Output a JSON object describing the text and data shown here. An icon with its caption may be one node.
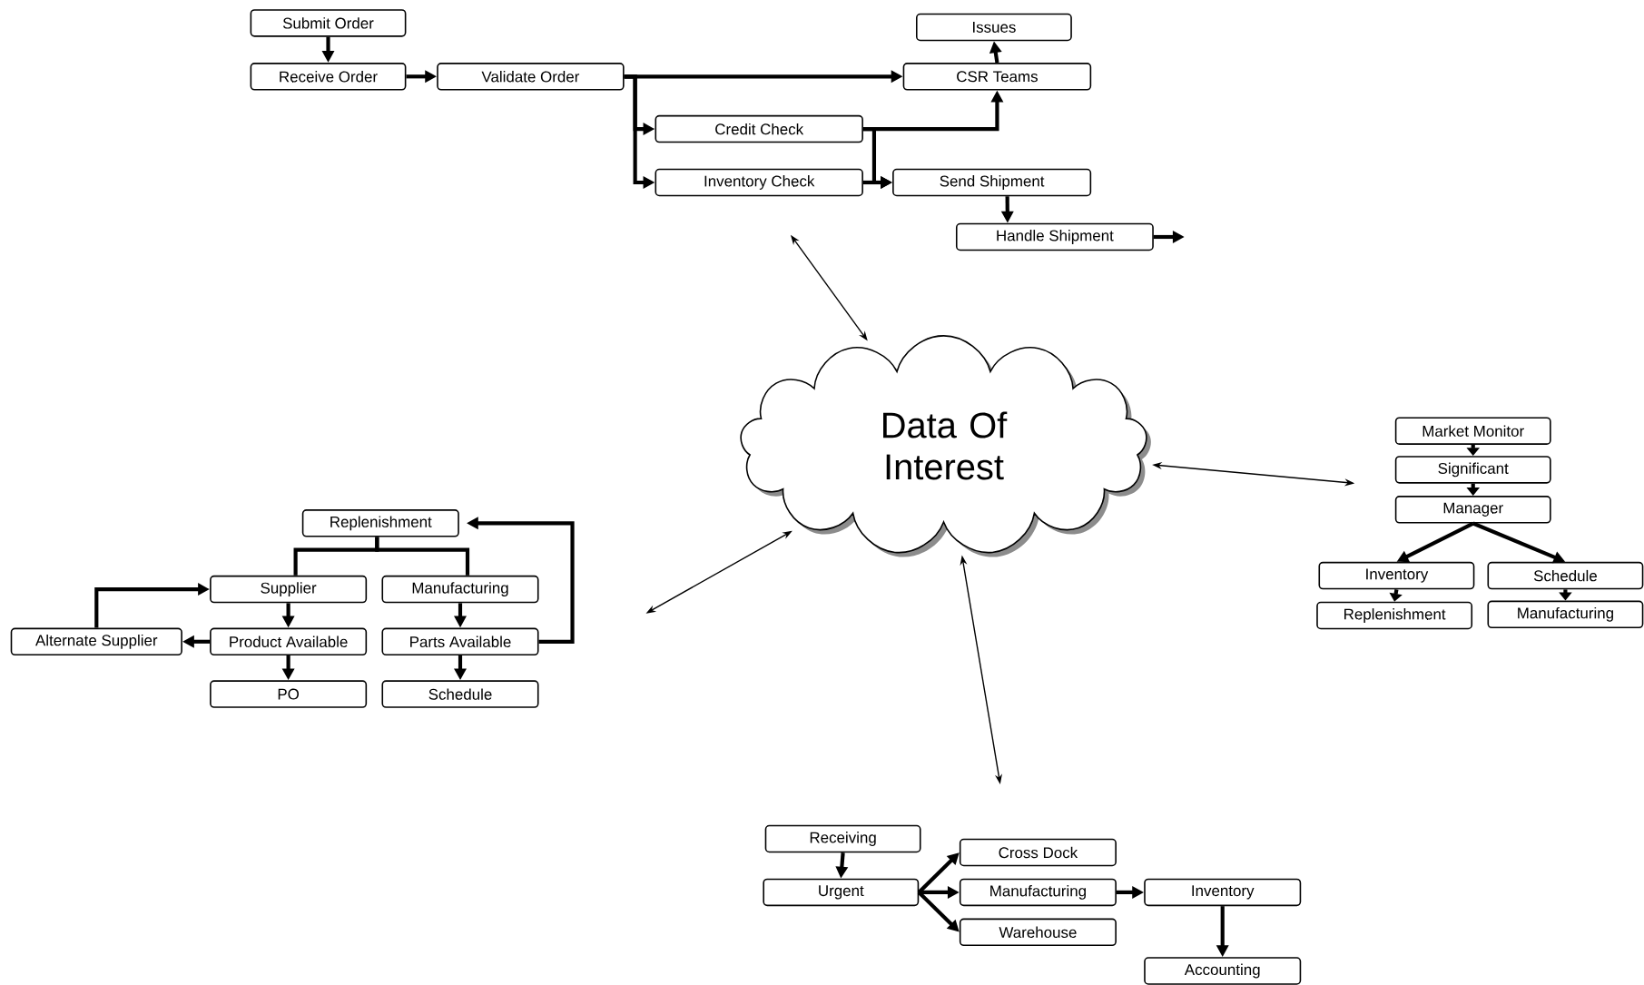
{
  "diagram": {
    "nodes": [
      {
        "text": [
          "Submit Order"
        ]
      },
      {
        "text": [
          "Receive Order"
        ]
      },
      {
        "text": [
          "Validate Order"
        ]
      },
      {
        "text": [
          "Issues"
        ]
      },
      {
        "text": [
          "CSR Teams"
        ]
      },
      {
        "text": [
          "Credit Check"
        ]
      },
      {
        "text": [
          "Inventory Check"
        ]
      },
      {
        "text": [
          "Send Shipment"
        ]
      },
      {
        "text": [
          "Handle Shipment"
        ]
      },
      {
        "text": [
          "Data Of Interest"
        ]
      },
      {
        "text": [
          "Replenishment"
        ]
      },
      {
        "text": [
          "Supplier"
        ]
      },
      {
        "text": [
          "Manufacturing"
        ]
      },
      {
        "text": [
          "Alternate Supplier"
        ]
      },
      {
        "text": [
          "Product Available"
        ]
      },
      {
        "text": [
          "Parts Available"
        ]
      },
      {
        "text": [
          "PO"
        ]
      },
      {
        "text": [
          "Schedule"
        ]
      },
      {
        "text": [
          "Market Monitor"
        ]
      },
      {
        "text": [
          "Significant"
        ]
      },
      {
        "text": [
          "Manager"
        ]
      },
      {
        "text": [
          "Inventory"
        ]
      },
      {
        "text": [
          "Schedule"
        ]
      },
      {
        "text": [
          "Replenishment"
        ]
      },
      {
        "text": [
          "Manufacturing"
        ]
      },
      {
        "text": [
          "Receiving"
        ]
      },
      {
        "text": [
          "Urgent"
        ]
      },
      {
        "text": [
          "Cross Dock"
        ]
      },
      {
        "text": [
          "Manufacturing"
        ]
      },
      {
        "text": [
          "Warehouse"
        ]
      },
      {
        "text": [
          "Inventory"
        ]
      },
      {
        "text": [
          "Accounting"
        ]
      }
    ],
    "edges": [
      {
        "from": 0,
        "to": 1,
        "arrow": "to"
      },
      {
        "from": 1,
        "to": 2,
        "arrow": "to"
      },
      {
        "from": 2,
        "to": 4,
        "arrow": "to"
      },
      {
        "from": 2,
        "to": 5,
        "arrow": "to"
      },
      {
        "from": 2,
        "to": 6,
        "arrow": "to"
      },
      {
        "from": 5,
        "to": 4,
        "arrow": "to"
      },
      {
        "from": 5,
        "to": 7,
        "arrow": "to"
      },
      {
        "from": 6,
        "to": 7,
        "arrow": "to"
      },
      {
        "from": 4,
        "to": 3,
        "arrow": "to"
      },
      {
        "from": 7,
        "to": 8,
        "arrow": "to"
      },
      {
        "from": 8,
        "to": null,
        "arrow": "to"
      },
      {
        "from": 9,
        "to": null,
        "arrow": "both"
      },
      {
        "from": 9,
        "to": null,
        "arrow": "both"
      },
      {
        "from": 9,
        "to": null,
        "arrow": "both"
      },
      {
        "from": 9,
        "to": null,
        "arrow": "both"
      },
      {
        "from": 10,
        "to": 11,
        "arrow": "none"
      },
      {
        "from": 10,
        "to": 12,
        "arrow": "none"
      },
      {
        "from": 11,
        "to": 14,
        "arrow": "to"
      },
      {
        "from": 14,
        "to": 16,
        "arrow": "to"
      },
      {
        "from": 14,
        "to": 13,
        "arrow": "to"
      },
      {
        "from": 13,
        "to": 11,
        "arrow": "to"
      },
      {
        "from": 12,
        "to": 15,
        "arrow": "to"
      },
      {
        "from": 15,
        "to": 17,
        "arrow": "to"
      },
      {
        "from": 15,
        "to": 10,
        "arrow": "to"
      },
      {
        "from": 18,
        "to": 19,
        "arrow": "to"
      },
      {
        "from": 19,
        "to": 20,
        "arrow": "to"
      },
      {
        "from": 20,
        "to": 21,
        "arrow": "to"
      },
      {
        "from": 20,
        "to": 22,
        "arrow": "to"
      },
      {
        "from": 21,
        "to": 23,
        "arrow": "to"
      },
      {
        "from": 22,
        "to": 24,
        "arrow": "to"
      },
      {
        "from": 25,
        "to": 26,
        "arrow": "to"
      },
      {
        "from": 26,
        "to": 27,
        "arrow": "to"
      },
      {
        "from": 26,
        "to": 28,
        "arrow": "to"
      },
      {
        "from": 26,
        "to": 29,
        "arrow": "to"
      },
      {
        "from": 28,
        "to": 30,
        "arrow": "to"
      },
      {
        "from": 30,
        "to": 31,
        "arrow": "to"
      }
    ]
  }
}
